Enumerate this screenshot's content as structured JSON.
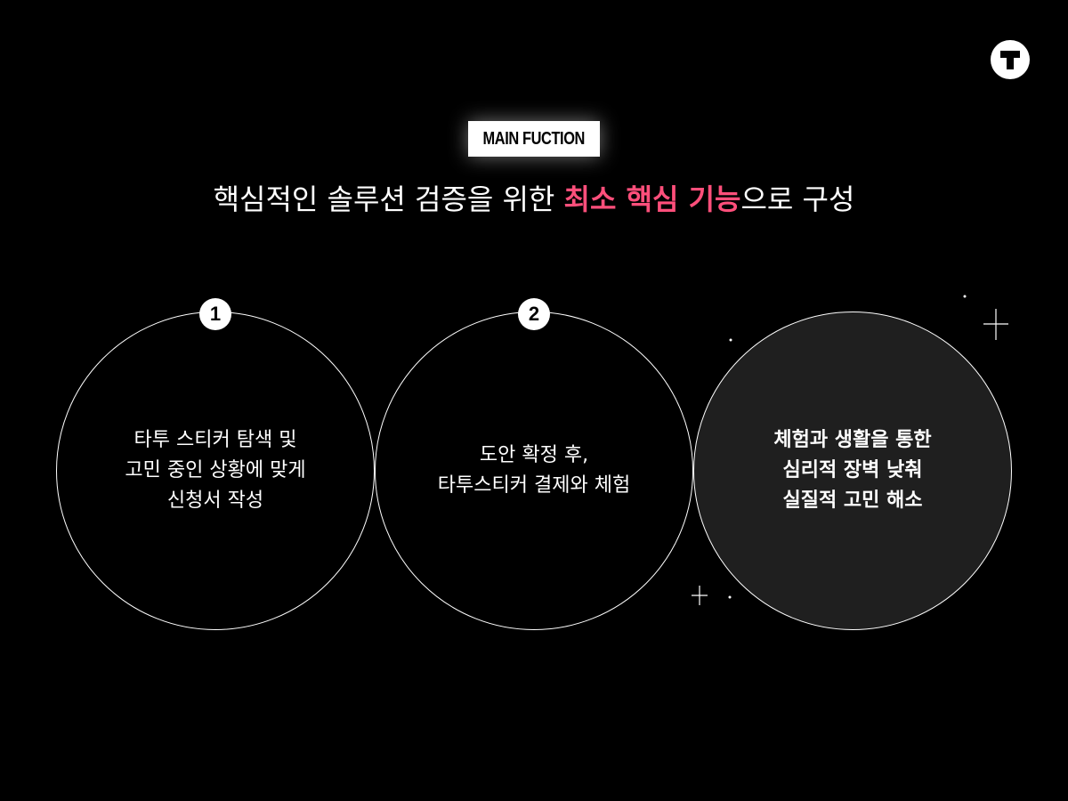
{
  "badge": {
    "label": "MAIN FUCTION"
  },
  "headline": {
    "part1": "핵심적인 솔루션 검증을 위한 ",
    "highlight": "최소 핵심 기능",
    "part2": "으로 구성",
    "highlight_color": "#ff4f7b"
  },
  "steps": [
    {
      "number": "1",
      "lines": [
        "타투 스티커 탐색 및",
        "고민 중인 상황에 맞게",
        "신청서 작성"
      ]
    },
    {
      "number": "2",
      "lines": [
        "도안 확정 후,",
        "타투스티커 결제와 체험"
      ]
    },
    {
      "lines": [
        "체험과 생활을 통한",
        "심리적 장벽 낮춰",
        "실질적 고민 해소"
      ],
      "fill_color": "#1f1f1f"
    }
  ],
  "icons": {
    "logo": "brand-t-logo-icon",
    "decoration": "sparkle-icon"
  }
}
